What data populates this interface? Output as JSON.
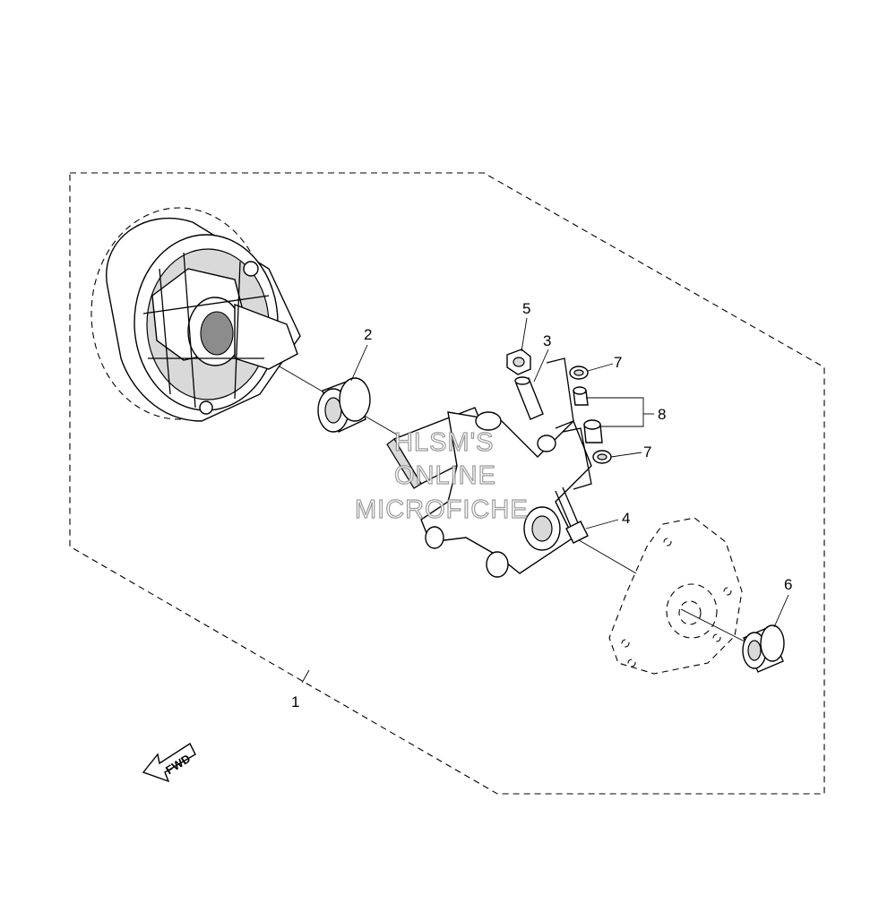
{
  "diagram": {
    "callouts": {
      "c1": "1",
      "c2": "2",
      "c3": "3",
      "c4": "4",
      "c5": "5",
      "c6": "6",
      "c7a": "7",
      "c7b": "7",
      "c8": "8"
    },
    "watermark": {
      "line1": "HLSM'S",
      "line2": "ONLINE",
      "line3": "MICROFICHE"
    },
    "fwd_label": "FWD"
  }
}
